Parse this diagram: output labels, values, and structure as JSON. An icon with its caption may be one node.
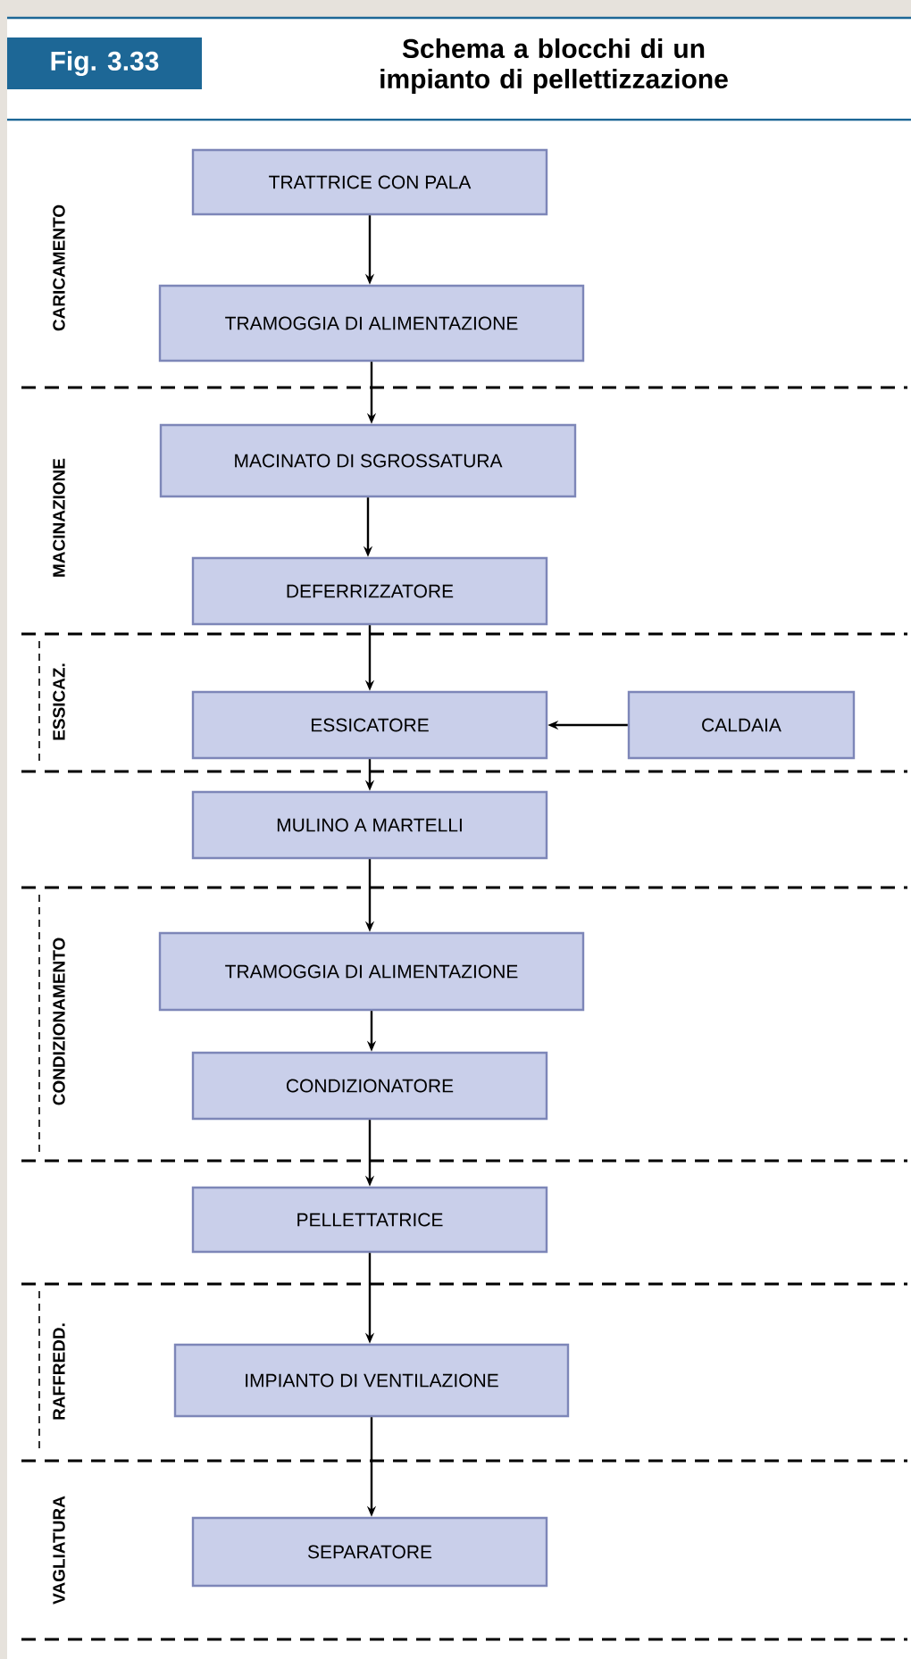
{
  "diagram": {
    "title": "Schema a blocchi di un impianto di pellettizzazione",
    "nodes": [
      {
        "text": [
          "TRATTRICE CON PALA"
        ]
      },
      {
        "text": [
          "TRAMOGGIA DI ALIMENTAZIONE"
        ]
      },
      {
        "text": [
          "MACINATO DI SGROSSATURA"
        ]
      },
      {
        "text": [
          "DEFERRIZZATORE"
        ]
      },
      {
        "text": [
          "ESSICATORE"
        ]
      },
      {
        "text": [
          "CALDAIA"
        ]
      },
      {
        "text": [
          "MULINO A MARTELLI"
        ]
      },
      {
        "text": [
          "TRAMOGGIA DI ALIMENTAZIONE"
        ]
      },
      {
        "text": [
          "CONDIZIONATORE"
        ]
      },
      {
        "text": [
          "PELLETTATRICE"
        ]
      },
      {
        "text": [
          "IMPIANTO DI VENTILAZIONE"
        ]
      },
      {
        "text": [
          "SEPARATORE"
        ]
      }
    ],
    "edges": [
      {
        "from": 0,
        "to": 1,
        "arrow": "to"
      },
      {
        "from": 1,
        "to": 2,
        "arrow": "to"
      },
      {
        "from": 2,
        "to": 3,
        "arrow": "to"
      },
      {
        "from": 3,
        "to": 4,
        "arrow": "to"
      },
      {
        "from": 5,
        "to": 4,
        "arrow": "to"
      },
      {
        "from": 4,
        "to": 6,
        "arrow": "to"
      },
      {
        "from": 6,
        "to": 7,
        "arrow": "to"
      },
      {
        "from": 7,
        "to": 8,
        "arrow": "to"
      },
      {
        "from": 8,
        "to": 9,
        "arrow": "to"
      },
      {
        "from": 9,
        "to": 10,
        "arrow": "to"
      },
      {
        "from": 10,
        "to": 11,
        "arrow": "to"
      }
    ],
    "labels": [
      "Fig. 3.33",
      "CARICAMENTO",
      "MACINAZIONE",
      "ESSICAZ.",
      "CONDIZIONAMENTO",
      "RAFFREDD.",
      "VAGLIATURA"
    ]
  }
}
